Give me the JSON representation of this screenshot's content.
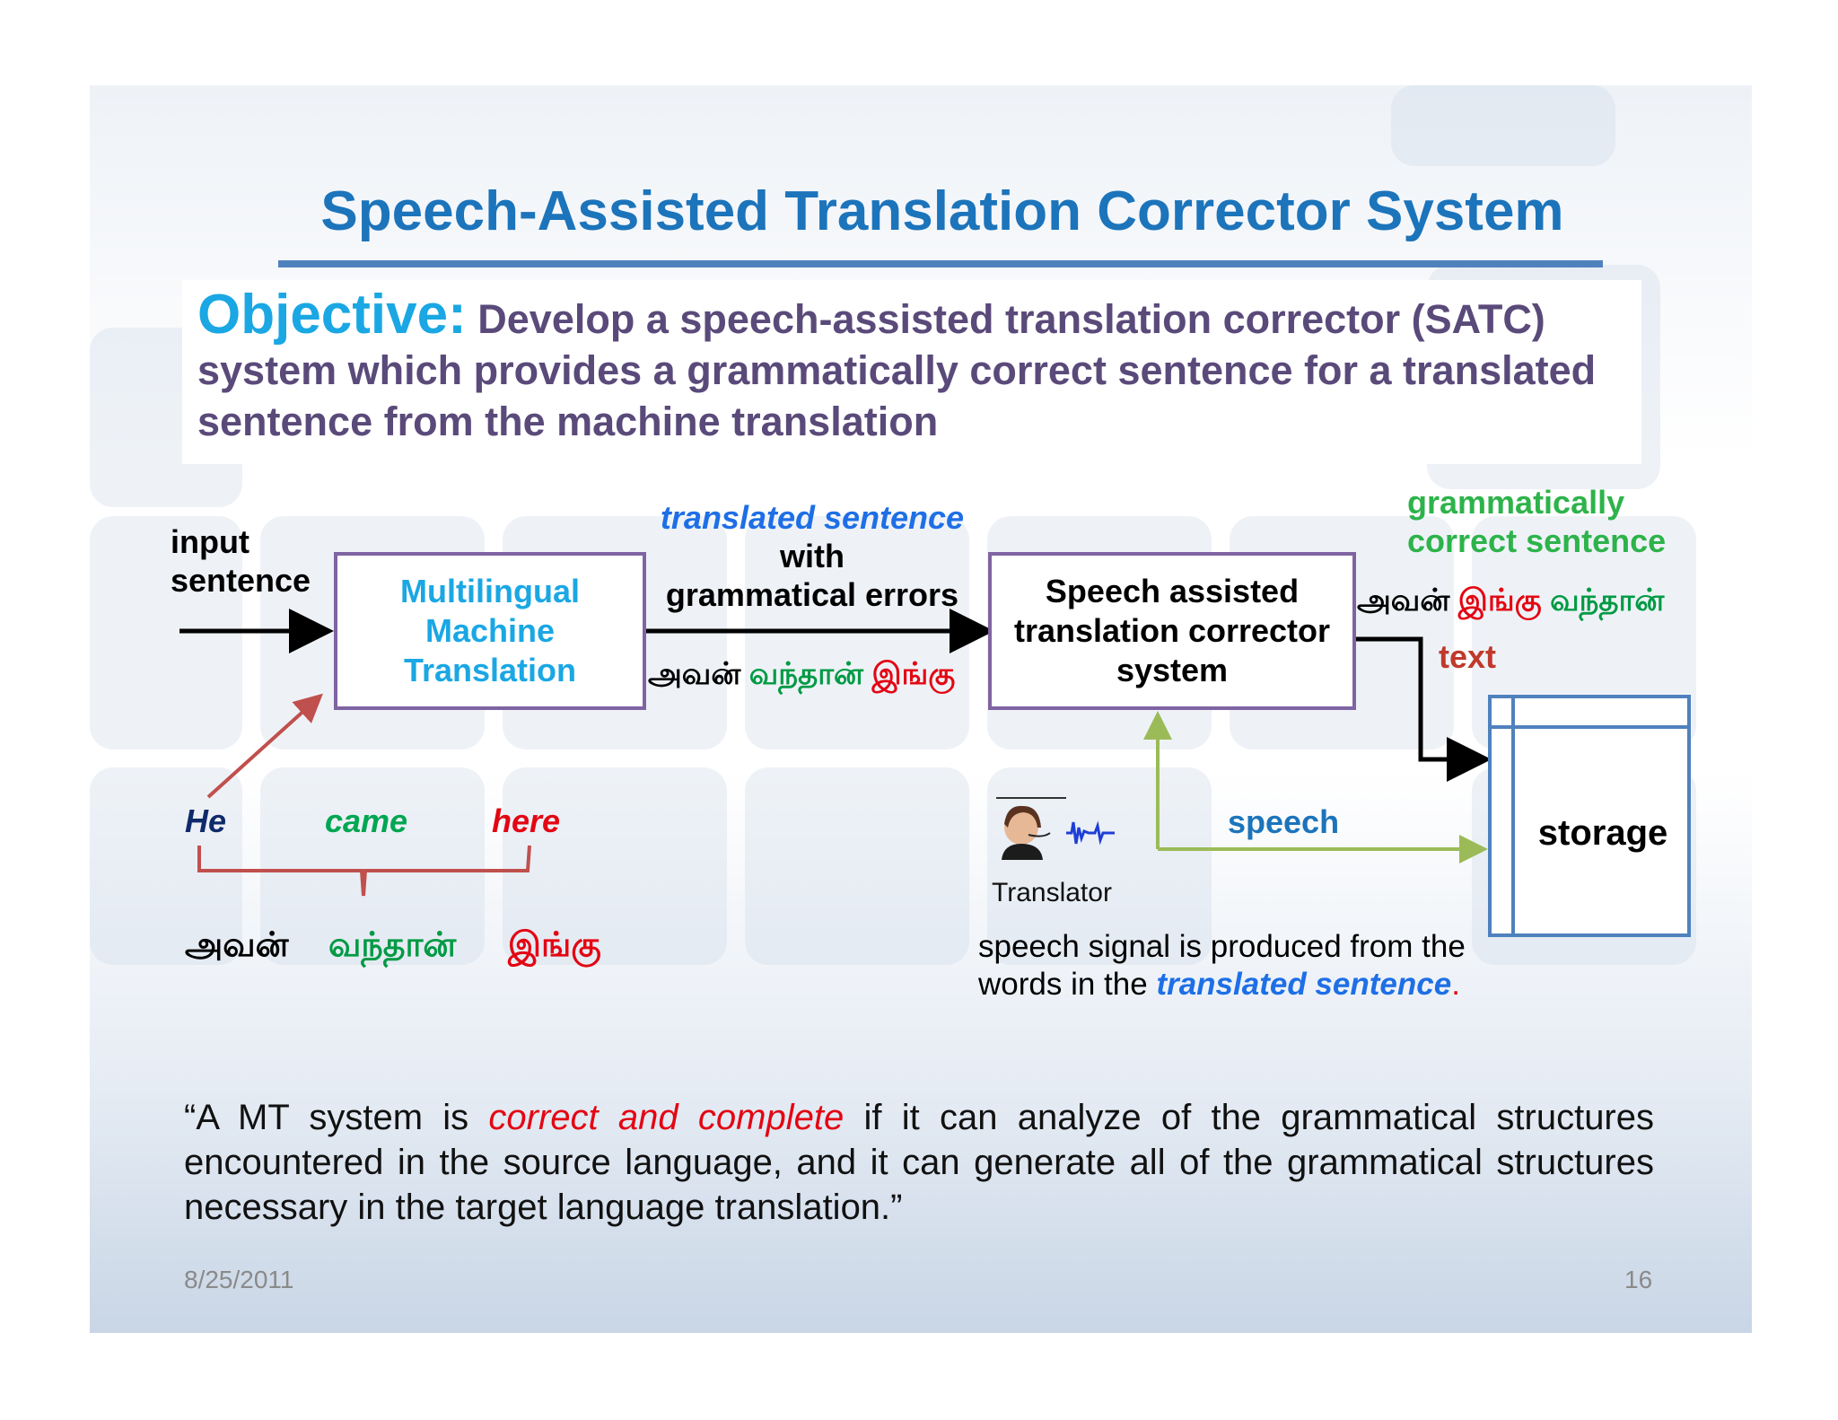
{
  "title": "Speech-Assisted Translation Corrector System",
  "objective": {
    "label": "Objective:",
    "text": " Develop a speech-assisted translation corrector (SATC) system which provides  a grammatically correct sentence for a translated sentence from the machine translation"
  },
  "diagram": {
    "input_label_1": "input",
    "input_label_2": "sentence",
    "mt_box": [
      "Multilingual",
      "Machine",
      "Translation"
    ],
    "translated_label": "translated sentence",
    "errors_label_1": "with",
    "errors_label_2": "grammatical errors",
    "satc_box": [
      "Speech assisted",
      "translation corrector",
      "system"
    ],
    "correct_label_1": "grammatically",
    "correct_label_2": "correct sentence",
    "text_label": "text",
    "speech_label": "speech",
    "storage_label": "storage",
    "translator_label": "Translator",
    "english_words": [
      "He",
      "came",
      "here"
    ],
    "tamil_source": [
      "அவன்",
      "வந்தான்",
      "இங்கு"
    ],
    "tamil_translated": [
      "அவன்",
      "வந்தான்",
      "இங்கு"
    ],
    "tamil_correct": [
      "அவன்",
      "இங்கு",
      "வந்தான்"
    ],
    "speech_note_1": "speech signal  is produced from the",
    "speech_note_2_prefix": "words in the ",
    "speech_note_2_em": "translated sentence",
    "speech_note_2_suffix": "."
  },
  "quote": {
    "part1": "“A MT system is ",
    "em": "correct and complete",
    "part2": " if it can analyze of the grammatical structures encountered in the source language, and it can generate all of the grammatical structures necessary in the target language translation.”"
  },
  "footer": {
    "date": "8/25/2011",
    "page": "16"
  },
  "colors": {
    "title": "#1c74bb",
    "objective_label": "#1aa7e4",
    "objective_text": "#5a4a7a",
    "box_border": "#8064a2",
    "mt_text": "#1aa7e4",
    "black": "#000000",
    "green": "#009a44",
    "red": "#e30613",
    "blue_italic": "#1e6fe6",
    "navy": "#0f2a6b",
    "storage": "#4f81bd",
    "speech_arrow": "#9bbb59"
  }
}
